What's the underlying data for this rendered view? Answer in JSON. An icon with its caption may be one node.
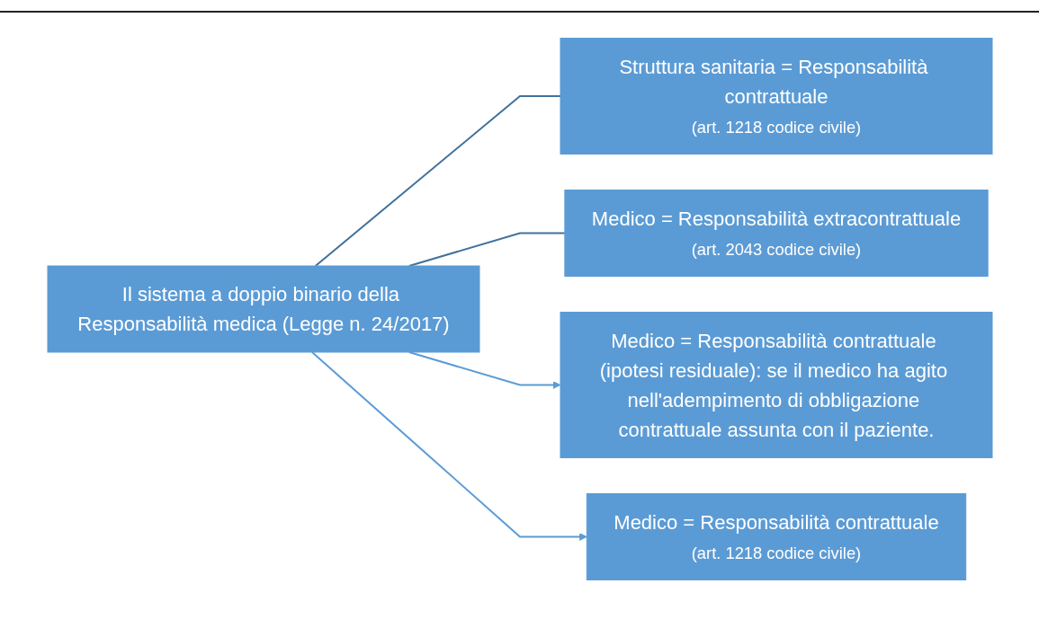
{
  "diagram": {
    "nodes": [
      {
        "text": [
          "Il sistema a doppio binario della Responsabilità medica (Legge n. 24/2017)"
        ]
      },
      {
        "text": [
          "Struttura sanitaria = Responsabilità contrattuale",
          "(art. 1218 codice civile)"
        ]
      },
      {
        "text": [
          "Medico = Responsabilità extracontrattuale",
          "(art. 2043 codice civile)"
        ]
      },
      {
        "text": [
          "Medico = Responsabilità contrattuale (ipotesi residuale): se il medico ha agito nell'adempimento di obbligazione contrattuale assunta con il paziente."
        ]
      },
      {
        "text": [
          "Medico = Responsabilità contrattuale",
          "(art. 1218 codice civile)"
        ]
      }
    ],
    "edges": [
      {
        "from": 0,
        "to": 1,
        "arrow": "none"
      },
      {
        "from": 0,
        "to": 2,
        "arrow": "none"
      },
      {
        "from": 0,
        "to": 3,
        "arrow": "to",
        "color": "#5b9bd5"
      },
      {
        "from": 0,
        "to": 4,
        "arrow": "to",
        "color": "#5b9bd5"
      }
    ]
  }
}
